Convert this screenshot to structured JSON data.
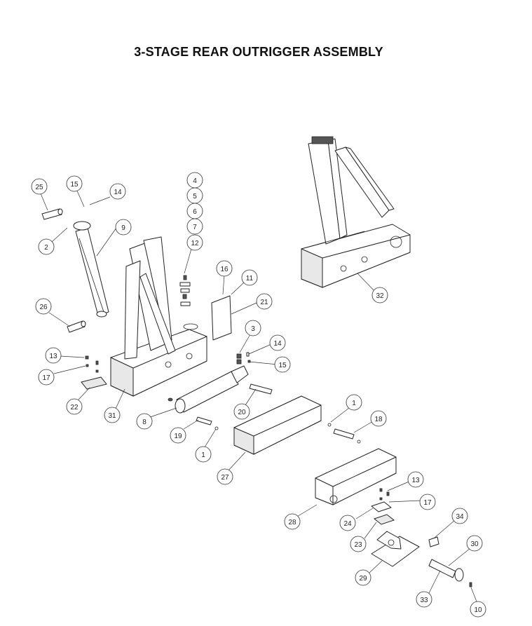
{
  "title": "3-STAGE REAR OUTRIGGER ASSEMBLY",
  "callouts": [
    {
      "id": "c25",
      "label": "25"
    },
    {
      "id": "c15a",
      "label": "15"
    },
    {
      "id": "c14a",
      "label": "14"
    },
    {
      "id": "c9",
      "label": "9"
    },
    {
      "id": "c2",
      "label": "2"
    },
    {
      "id": "c26",
      "label": "26"
    },
    {
      "id": "c4",
      "label": "4"
    },
    {
      "id": "c5",
      "label": "5"
    },
    {
      "id": "c6",
      "label": "6"
    },
    {
      "id": "c7",
      "label": "7"
    },
    {
      "id": "c12",
      "label": "12"
    },
    {
      "id": "c16",
      "label": "16"
    },
    {
      "id": "c11",
      "label": "11"
    },
    {
      "id": "c21",
      "label": "21"
    },
    {
      "id": "c3",
      "label": "3"
    },
    {
      "id": "c14b",
      "label": "14"
    },
    {
      "id": "c15b",
      "label": "15"
    },
    {
      "id": "c13a",
      "label": "13"
    },
    {
      "id": "c17a",
      "label": "17"
    },
    {
      "id": "c22",
      "label": "22"
    },
    {
      "id": "c31",
      "label": "31"
    },
    {
      "id": "c8",
      "label": "8"
    },
    {
      "id": "c20",
      "label": "20"
    },
    {
      "id": "c19",
      "label": "19"
    },
    {
      "id": "c1a",
      "label": "1"
    },
    {
      "id": "c1b",
      "label": "1"
    },
    {
      "id": "c18",
      "label": "18"
    },
    {
      "id": "c27",
      "label": "27"
    },
    {
      "id": "c32",
      "label": "32"
    },
    {
      "id": "c13b",
      "label": "13"
    },
    {
      "id": "c17b",
      "label": "17"
    },
    {
      "id": "c28",
      "label": "28"
    },
    {
      "id": "c24",
      "label": "24"
    },
    {
      "id": "c23",
      "label": "23"
    },
    {
      "id": "c34",
      "label": "34"
    },
    {
      "id": "c30",
      "label": "30"
    },
    {
      "id": "c29",
      "label": "29"
    },
    {
      "id": "c33",
      "label": "33"
    },
    {
      "id": "c10",
      "label": "10"
    }
  ]
}
